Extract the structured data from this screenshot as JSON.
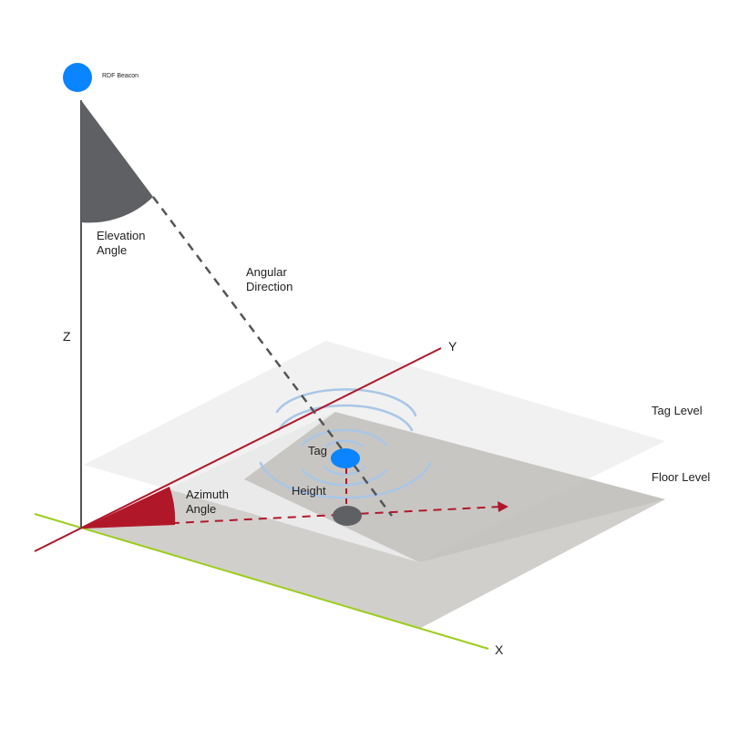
{
  "labels": {
    "beacon": "RDF Beacon",
    "elevation_line1": "Elevation",
    "elevation_line2": "Angle",
    "angular_line1": "Angular",
    "angular_line2": "Direction",
    "z_axis": "Z",
    "y_axis": "Y",
    "x_axis": "X",
    "tag_level": "Tag Level",
    "floor_level": "Floor Level",
    "tag": "Tag",
    "height": "Height",
    "azimuth_line1": "Azimuth",
    "azimuth_line2": "Angle"
  },
  "colors": {
    "beacon": "#0a84ff",
    "tag": "#0a84ff",
    "y_axis": "#b0182a",
    "x_axis": "#9ccd1c",
    "z_axis": "#555555",
    "elevation_wedge": "#5e6063",
    "azimuth_wedge": "#b0182a",
    "floor_plane": "#d1cfcc",
    "tag_plane": "#efefef",
    "overlap": "#c4c2bf",
    "signal_rings": "#a9c6e6",
    "dashed_red": "#b0182a",
    "dashed_gray": "#555555",
    "floor_point": "#5e6063"
  }
}
